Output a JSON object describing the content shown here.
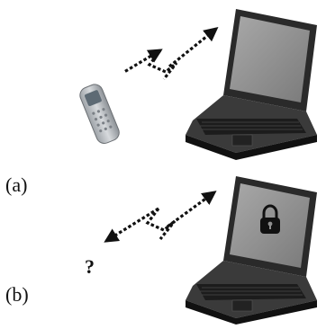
{
  "panels": [
    {
      "label": "(a)",
      "device_link": "connected",
      "lock_shown": false
    },
    {
      "label": "(b)",
      "device_link": "missing",
      "lock_shown": true,
      "missing_marker": "?"
    }
  ],
  "icons": {
    "phone": "mobile-phone-icon",
    "laptop": "laptop-icon",
    "lock": "padlock-icon",
    "signal": "wireless-signal-icon"
  },
  "colors": {
    "ink": "#111111",
    "laptop_body": "#2b2b2b",
    "screen": "#8f8f8f",
    "phone_body": "#b8bcc0"
  }
}
